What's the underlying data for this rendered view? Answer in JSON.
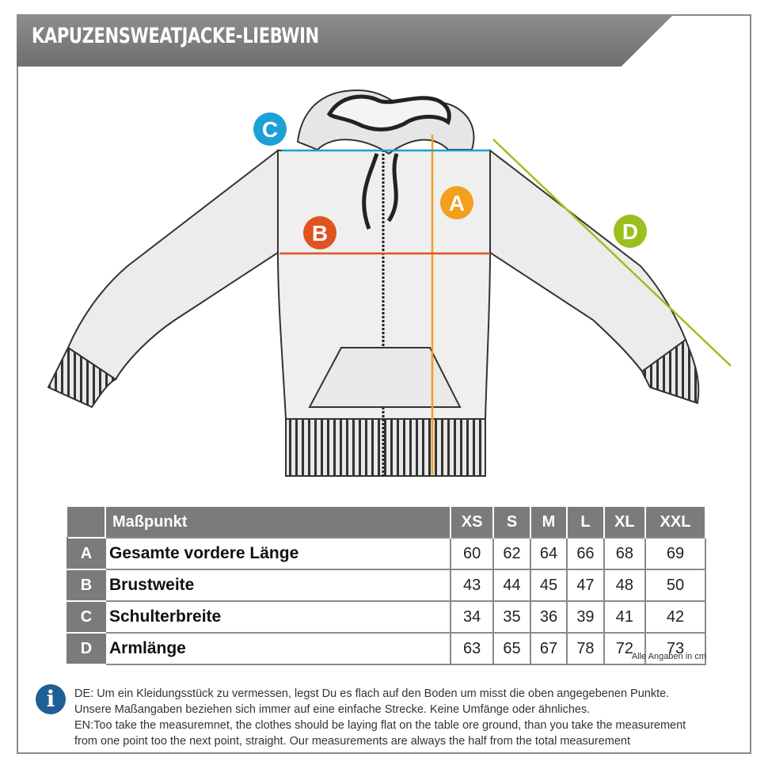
{
  "title": "KAPUZENSWEATJACKE-LIEBWIN",
  "markers": {
    "A": {
      "label": "A",
      "color": "#f2a01d"
    },
    "B": {
      "label": "B",
      "color": "#e0521f"
    },
    "C": {
      "label": "C",
      "color": "#1ba0d8"
    },
    "D": {
      "label": "D",
      "color": "#9ac01f"
    }
  },
  "table": {
    "header": {
      "label": "Maßpunkt",
      "sizes": [
        "XS",
        "S",
        "M",
        "L",
        "XL",
        "XXL"
      ]
    },
    "rows": [
      {
        "key": "A",
        "label": "Gesamte vordere Länge",
        "values": [
          "60",
          "62",
          "64",
          "66",
          "68",
          "69"
        ]
      },
      {
        "key": "B",
        "label": "Brustweite",
        "values": [
          "43",
          "44",
          "45",
          "47",
          "48",
          "50"
        ]
      },
      {
        "key": "C",
        "label": "Schulterbreite",
        "values": [
          "34",
          "35",
          "36",
          "39",
          "41",
          "42"
        ]
      },
      {
        "key": "D",
        "label": "Armlänge",
        "values": [
          "63",
          "65",
          "67",
          "78",
          "72",
          "73"
        ]
      }
    ]
  },
  "units_note": "Alle Angaben in cm",
  "info": {
    "icon": "info-icon",
    "de_line1": "DE: Um ein Kleidungsstück zu vermessen, legst Du es flach auf den Boden um misst die oben angegebenen Punkte.",
    "de_line2": "Unsere Maßangaben beziehen sich immer auf eine einfache Strecke. Keine Umfänge oder ähnliches.",
    "en_line1": "EN:Too take the measuremnet, the clothes should be laying flat on the table ore ground, than you take the measurement",
    "en_line2": "from one point too the next point, straight. Our measurements are always the half from the total measurement"
  }
}
